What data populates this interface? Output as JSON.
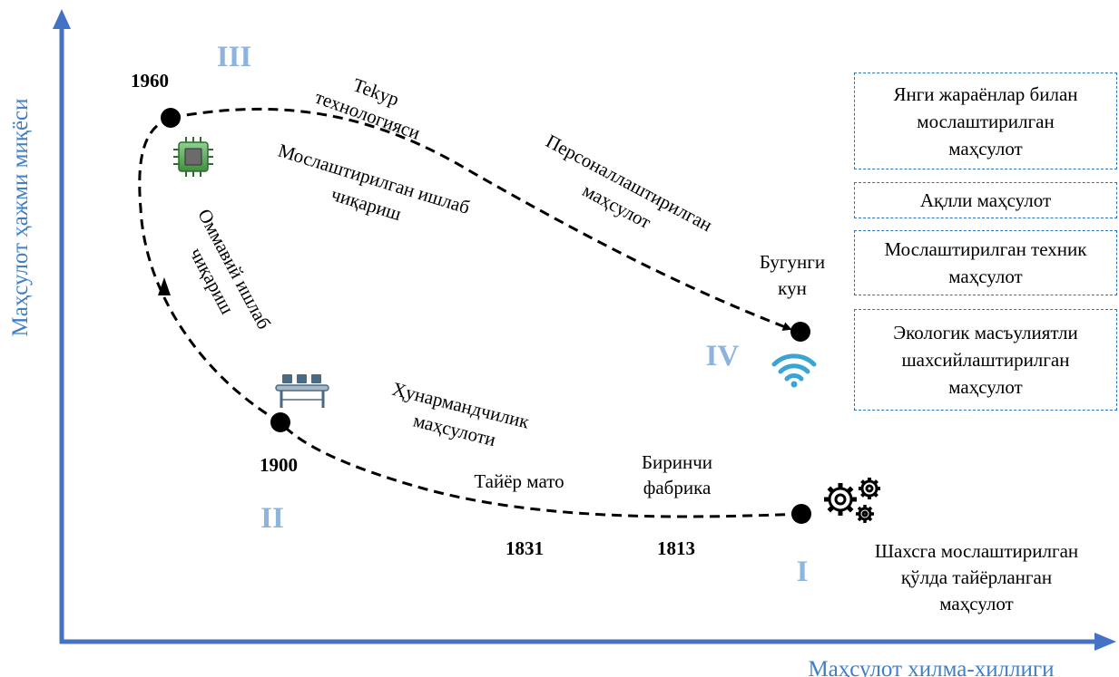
{
  "axes": {
    "x_title": "Маҳсулот хилма-хиллиги",
    "y_title": "Маҳсулот ҳажми миқёси"
  },
  "stages": [
    {
      "roman": "I",
      "year": "1813",
      "caption": "Шахсга мослаштирилган\nқўлда тайёрланган\nмаҳсулот"
    },
    {
      "roman": "II",
      "year": "1900"
    },
    {
      "roman": "III",
      "year": "1960"
    },
    {
      "roman": "IV",
      "caption": "Бугунги\nкун"
    }
  ],
  "milestones": {
    "first_factory": "Биринчи\nфабрика",
    "year_1831": "1831",
    "ready_cloth": "Тайёр мато",
    "craft_product": "Ҳунармандчилик\nмаҳсулоти",
    "mass_production": "Оммавий ишлаб\nчиқариш",
    "customized_production": "Мослаштирилган ишлаб\nчиқариш",
    "tekup": "Tekyp\nтехнологияси",
    "personalized": "Персоналлаштирилган\nмаҳсулот"
  },
  "categories": [
    "Янги жараёнлар билан\nмослаштирилган\nмаҳсулот",
    "Ақлли маҳсулот",
    "Мослаштирилган техник\nмаҳсулот",
    "Экологик масъулиятли\nшахсийлаштирилган\nмаҳсулот"
  ],
  "icons": [
    "gears-icon",
    "conveyor-icon",
    "chip-icon",
    "wifi-icon"
  ],
  "colors": {
    "axis": "#4472C4",
    "axis_title": "#3F7FC6",
    "roman": "#8EB4DD",
    "box_border": "#2E75B6"
  }
}
